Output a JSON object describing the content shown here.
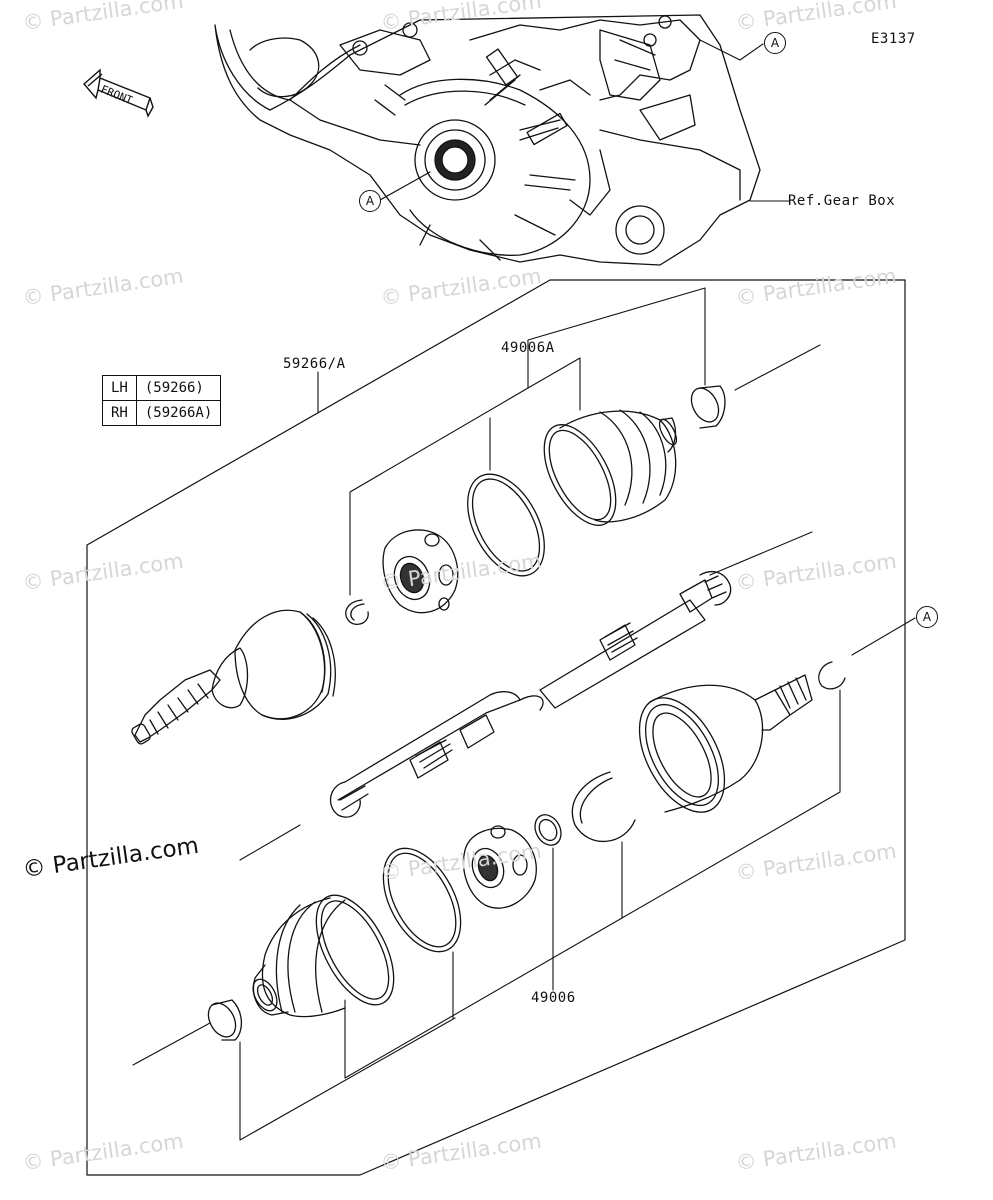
{
  "diagram_code": "E3137",
  "ref_label": "Ref.Gear Box",
  "reference_mark": "A",
  "front_label": "FRONT",
  "parts": {
    "shaft_assembly": "59266/A",
    "boot_kit_outer": "49006A",
    "boot_kit_inner": "49006"
  },
  "variant_table": [
    {
      "side": "LH",
      "part": "(59266)"
    },
    {
      "side": "RH",
      "part": "(59266A)"
    }
  ],
  "watermark": "© Partzilla.com",
  "watermark_main": "© Partzilla.com"
}
